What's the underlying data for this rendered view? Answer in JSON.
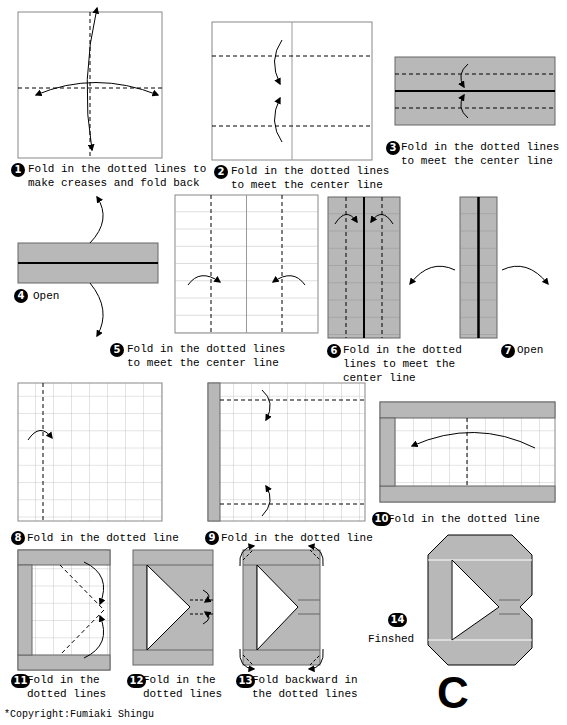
{
  "diagram": {
    "nodes": [
      {
        "text": [
          "1"
        ]
      },
      {
        "text": [
          "2"
        ]
      },
      {
        "text": [
          "3"
        ]
      },
      {
        "text": [
          "4"
        ]
      },
      {
        "text": [
          "5"
        ]
      },
      {
        "text": [
          "6"
        ]
      },
      {
        "text": [
          "7"
        ]
      },
      {
        "text": [
          "8"
        ]
      },
      {
        "text": [
          "9"
        ]
      },
      {
        "text": [
          "10"
        ]
      },
      {
        "text": [
          "11"
        ]
      },
      {
        "text": [
          "12"
        ]
      },
      {
        "text": [
          "13"
        ]
      },
      {
        "text": [
          "14"
        ]
      }
    ],
    "labels": [
      "Fold in the dotted lines to make creases and fold back",
      "Fold in the dotted lines to meet the center line",
      "Fold in the dotted lines to meet the center line",
      "Open",
      "Fold in the dotted lines to meet the center line",
      "Fold in the dotted lines to meet the center line",
      "Open",
      "Fold in the dotted line",
      "Fold in the dotted line",
      "Fold in the dotted line",
      "Fold in the dotted lines",
      "Fold in the dotted lines",
      "Fold backward in the dotted lines",
      "Finshed",
      "C",
      "*Copyright:Fumiaki Shingu"
    ]
  }
}
